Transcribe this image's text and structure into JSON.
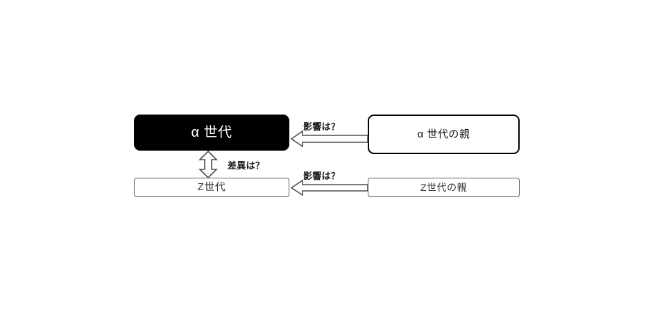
{
  "diagram": {
    "type": "relationship-diagram",
    "background_color": "#ffffff",
    "nodes": [
      {
        "id": "alpha-generation",
        "label": "α 世代",
        "fill_color": "#000000",
        "text_color": "#ffffff",
        "border_color": "#000000",
        "emphasis": "highlighted"
      },
      {
        "id": "alpha-generation-parent",
        "label": "α 世代の親",
        "fill_color": "#ffffff",
        "text_color": "#111111",
        "border_color": "#000000",
        "emphasis": "normal"
      },
      {
        "id": "z-generation",
        "label": "Z世代",
        "fill_color": "#ffffff",
        "text_color": "#333333",
        "border_color": "#5c5c5c",
        "emphasis": "normal"
      },
      {
        "id": "z-generation-parent",
        "label": "Z世代の親",
        "fill_color": "#ffffff",
        "text_color": "#333333",
        "border_color": "#5c5c5c",
        "emphasis": "normal"
      }
    ],
    "edges": [
      {
        "id": "influence-alpha",
        "label": "影響は？",
        "from": "alpha-generation-parent",
        "to": "alpha-generation",
        "direction": "left",
        "style": "hollow-block-arrow",
        "stroke_color": "#4d4d4d",
        "fill_color": "#ffffff"
      },
      {
        "id": "difference-alpha-z",
        "label": "差異は？",
        "from": "alpha-generation",
        "to": "z-generation",
        "direction": "double-vertical",
        "style": "hollow-block-arrow",
        "stroke_color": "#4d4d4d",
        "fill_color": "#ffffff"
      },
      {
        "id": "influence-z",
        "label": "影響は？",
        "from": "z-generation-parent",
        "to": "z-generation",
        "direction": "left",
        "style": "hollow-block-arrow",
        "stroke_color": "#4d4d4d",
        "fill_color": "#ffffff"
      }
    ]
  }
}
